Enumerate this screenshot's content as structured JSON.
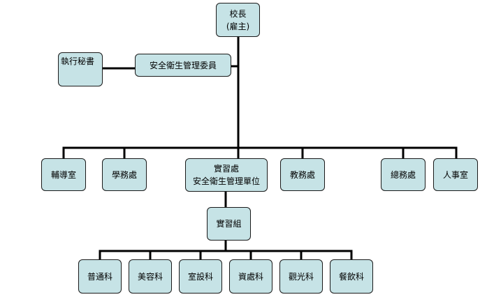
{
  "colors": {
    "box_fill": "#c6e3e6",
    "line": "#000000"
  },
  "nodes": {
    "principal": {
      "line1": "校長",
      "line2": "(雇主)"
    },
    "secretary": {
      "label": "執行秘書"
    },
    "committee": {
      "label": "安全衛生管理委員"
    },
    "counseling": {
      "label": "輔導室"
    },
    "student": {
      "label": "學務處"
    },
    "practice": {
      "line1": "實習處",
      "line2": "安全衛生管理單位"
    },
    "academic": {
      "label": "教務處"
    },
    "general": {
      "label": "總務處"
    },
    "personnel": {
      "label": "人事室"
    },
    "practice_group": {
      "label": "實習組"
    },
    "general_dept": {
      "label": "普通科"
    },
    "beauty": {
      "label": "美容科"
    },
    "interior": {
      "label": "室設科"
    },
    "data_proc": {
      "label": "資處科"
    },
    "tourism": {
      "label": "觀光科"
    },
    "culinary": {
      "label": "餐飲科"
    }
  }
}
